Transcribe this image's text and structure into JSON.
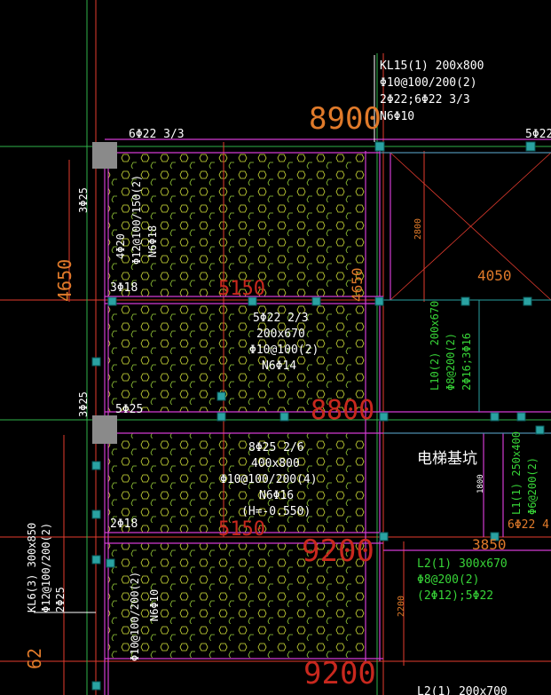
{
  "drawing": {
    "background": "#000000",
    "colors": {
      "grid_axis": "#e33b2e",
      "axis_green": "#2fb24a",
      "beam": "#d23bd2",
      "hatch": "#d8e83a",
      "column": "#8a8a8a",
      "column_marker": "#2aa2a2",
      "white_text": "#ffffff",
      "green_text": "#37d437",
      "orange_text": "#e07a2a",
      "dim_red": "#c8281e"
    },
    "beam_labels": {
      "kl15": [
        "KL15(1) 200x800",
        "Φ10@100/200(2)",
        "2Φ22;6Φ22 3/3",
        "N6Φ10"
      ],
      "top_left_bar": "6Φ22 3/3",
      "top_right_bar": "5Φ22",
      "mid_beam": [
        "5Φ22 2/3",
        "200x670",
        "Φ10@100(2)",
        "N6Φ14"
      ],
      "lower_beam": [
        "8Φ25 2/6",
        "400x800",
        "Φ10@100/200(4)",
        "N6Φ16",
        "(H=-0.550)"
      ],
      "left_col_upper": "3Φ25",
      "left_col_mid": "3Φ25",
      "left_bar_18a": "3Φ18",
      "left_bar_25": "5Φ25",
      "left_bar_18b": "2Φ18",
      "vertical_left_a": [
        "4Φ20",
        "Φ12@100/150(2)",
        "N6Φ18"
      ],
      "vertical_left_b": [
        "Φ10@100/200(2)",
        "N6Φ10"
      ],
      "kl6": [
        "KL6(3) 300x850",
        "Φ12@100/200(2)",
        "2Φ25"
      ],
      "l10": [
        "L10(2) 200x670",
        "Φ8@200(2)",
        "2Φ16;3Φ16"
      ],
      "l1": [
        "L1(1) 250x400",
        "Φ6@200(2)"
      ],
      "l1_bar": "6Φ22 4",
      "l2": [
        "L2(1) 300x670",
        "Φ8@200(2)",
        "(2Φ12);5Φ22"
      ],
      "bottom_right": "L2(1) 200x700",
      "elevator_pit": "电梯基坑"
    },
    "dimensions": {
      "d8900": "8900",
      "d8800": "8800",
      "d9200a": "9200",
      "d9200b": "9200",
      "d4650": "4650",
      "d62": "62",
      "d4050": "4050",
      "d3850": "3850",
      "d5150a": "5150",
      "d5150b": "5150",
      "d2800": "2800",
      "d1800": "1800",
      "d2200": "2200",
      "d4650b": "4650"
    }
  }
}
